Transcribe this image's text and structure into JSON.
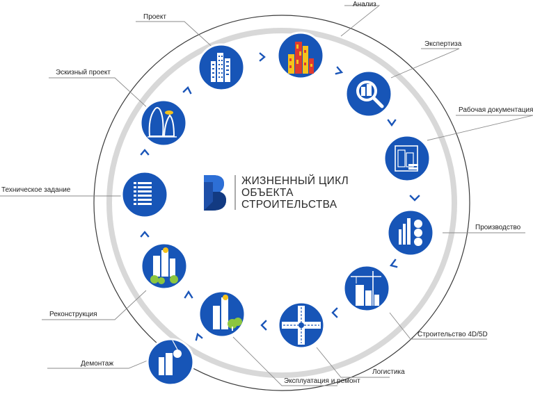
{
  "title_lines": [
    "ЖИЗНЕННЫЙ ЦИКЛ",
    "ОБЪЕКТА",
    "СТРОИТЕЛЬСТВА"
  ],
  "stages": [
    {
      "id": "proekt",
      "label": "Проект",
      "icon": "building-tower-icon"
    },
    {
      "id": "analiz",
      "label": "Анализ",
      "icon": "color-building-analysis-icon"
    },
    {
      "id": "ekspertiza",
      "label": "Экспертиза",
      "icon": "magnifier-building-icon"
    },
    {
      "id": "rabochaya",
      "label": "Рабочая документация",
      "icon": "blueprint-document-icon"
    },
    {
      "id": "proizvodstvo",
      "label": "Производство",
      "icon": "materials-stack-icon"
    },
    {
      "id": "stroitelstvo",
      "label": "Строительство 4D/5D",
      "icon": "crane-building-icon"
    },
    {
      "id": "logistika",
      "label": "Логистика",
      "icon": "crossroads-icon"
    },
    {
      "id": "ekspluataciya",
      "label": "Эксплуатация и ремонт",
      "icon": "building-with-trees-icon"
    },
    {
      "id": "demontazh",
      "label": "Демонтаж",
      "icon": "demolition-icon"
    },
    {
      "id": "rekonstrukciya",
      "label": "Реконструкция",
      "icon": "reconstruction-icon"
    },
    {
      "id": "tz",
      "label": "Техническое задание",
      "icon": "document-lines-icon"
    },
    {
      "id": "eskiz",
      "label": "Эскизный проект",
      "icon": "sketch-building-icon"
    }
  ],
  "colors": {
    "accent": "#1755b7",
    "analysis_red": "#e03a2f",
    "analysis_yellow": "#f6c21b",
    "tree_green": "#8cc63f"
  }
}
